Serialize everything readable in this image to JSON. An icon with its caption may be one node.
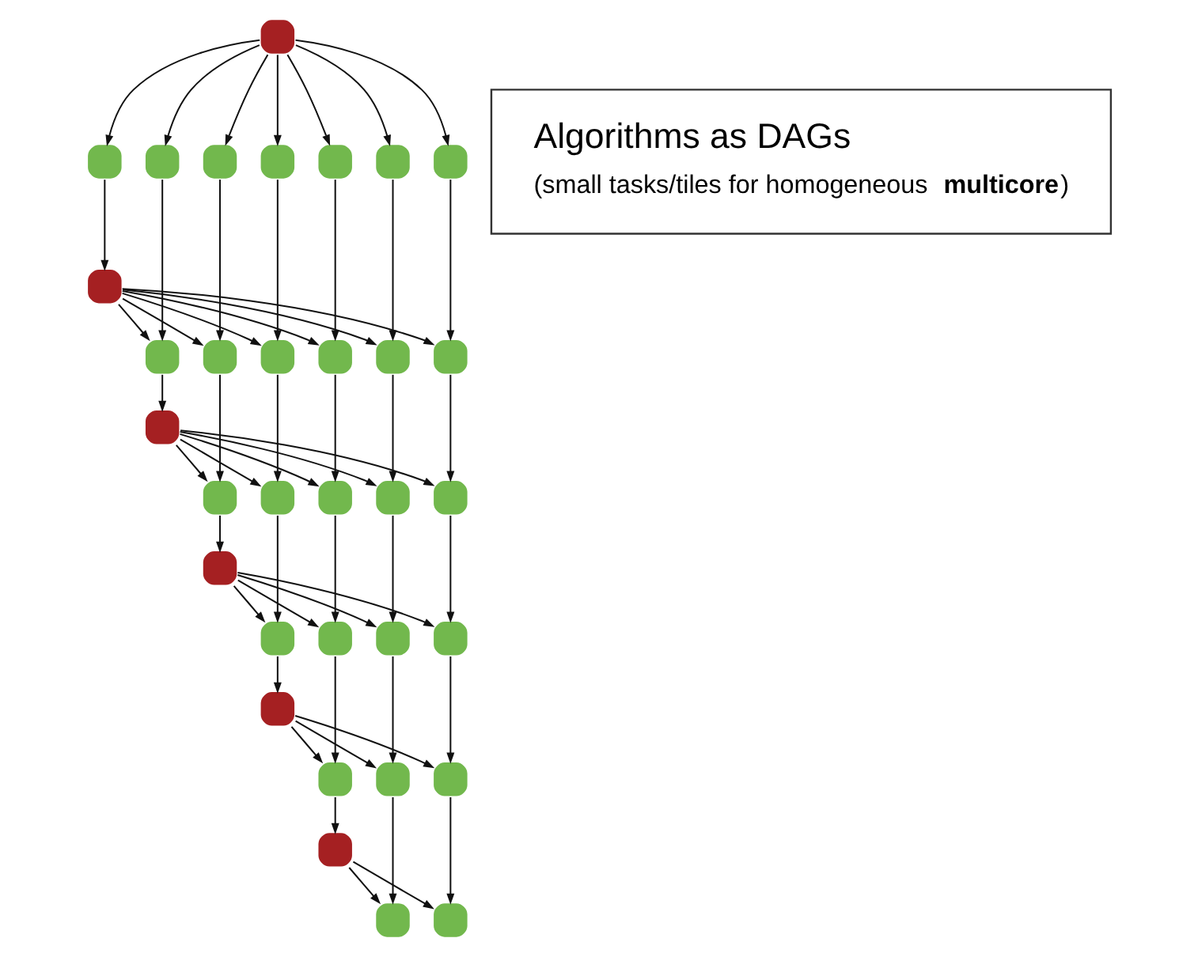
{
  "diagram": {
    "nodes": [
      {
        "text": [
          "Algorithms as DAGs",
          "(small tasks/tiles for homogeneous **multicore**)"
        ]
      },
      {
        "text": [],
        "shape": "box"
      },
      {
        "text": [],
        "shape": "box"
      },
      {
        "text": [],
        "shape": "box"
      },
      {
        "text": [],
        "shape": "box"
      },
      {
        "text": [],
        "shape": "box"
      },
      {
        "text": [],
        "shape": "box"
      },
      {
        "text": [],
        "shape": "box"
      },
      {
        "text": [],
        "shape": "box"
      },
      {
        "text": [],
        "shape": "box"
      },
      {
        "text": [],
        "shape": "box"
      },
      {
        "text": [],
        "shape": "box"
      },
      {
        "text": [],
        "shape": "box"
      },
      {
        "text": [],
        "shape": "box"
      },
      {
        "text": [],
        "shape": "box"
      },
      {
        "text": [],
        "shape": "box"
      },
      {
        "text": [],
        "shape": "box"
      },
      {
        "text": [],
        "shape": "box"
      },
      {
        "text": [],
        "shape": "box"
      },
      {
        "text": [],
        "shape": "box"
      },
      {
        "text": [],
        "shape": "box"
      },
      {
        "text": [],
        "shape": "box"
      },
      {
        "text": [],
        "shape": "box"
      },
      {
        "text": [],
        "shape": "box"
      },
      {
        "text": [],
        "shape": "box"
      },
      {
        "text": [],
        "shape": "box"
      },
      {
        "text": [],
        "shape": "box"
      },
      {
        "text": [],
        "shape": "box"
      },
      {
        "text": [],
        "shape": "box"
      },
      {
        "text": [],
        "shape": "box"
      },
      {
        "text": [],
        "shape": "box"
      },
      {
        "text": [],
        "shape": "box"
      },
      {
        "text": [],
        "shape": "box"
      },
      {
        "text": [],
        "shape": "box"
      }
    ],
    "edges": [
      {
        "from": 1,
        "to": 2,
        "arrow": "to"
      },
      {
        "from": 1,
        "to": 3,
        "arrow": "to"
      },
      {
        "from": 1,
        "to": 4,
        "arrow": "to"
      },
      {
        "from": 1,
        "to": 5,
        "arrow": "to"
      },
      {
        "from": 1,
        "to": 6,
        "arrow": "to"
      },
      {
        "from": 1,
        "to": 7,
        "arrow": "to"
      },
      {
        "from": 1,
        "to": 8,
        "arrow": "to"
      },
      {
        "from": 2,
        "to": 9,
        "arrow": "to"
      },
      {
        "from": 9,
        "to": 10,
        "arrow": "to"
      },
      {
        "from": 9,
        "to": 11,
        "arrow": "to"
      },
      {
        "from": 9,
        "to": 12,
        "arrow": "to"
      },
      {
        "from": 9,
        "to": 13,
        "arrow": "to"
      },
      {
        "from": 9,
        "to": 14,
        "arrow": "to"
      },
      {
        "from": 9,
        "to": 15,
        "arrow": "to"
      },
      {
        "from": 3,
        "to": 10,
        "arrow": "to"
      },
      {
        "from": 4,
        "to": 11,
        "arrow": "to"
      },
      {
        "from": 5,
        "to": 12,
        "arrow": "to"
      },
      {
        "from": 6,
        "to": 13,
        "arrow": "to"
      },
      {
        "from": 7,
        "to": 14,
        "arrow": "to"
      },
      {
        "from": 8,
        "to": 15,
        "arrow": "to"
      },
      {
        "from": 10,
        "to": 16,
        "arrow": "to"
      },
      {
        "from": 16,
        "to": 17,
        "arrow": "to"
      },
      {
        "from": 16,
        "to": 18,
        "arrow": "to"
      },
      {
        "from": 16,
        "to": 19,
        "arrow": "to"
      },
      {
        "from": 16,
        "to": 20,
        "arrow": "to"
      },
      {
        "from": 16,
        "to": 21,
        "arrow": "to"
      },
      {
        "from": 11,
        "to": 17,
        "arrow": "to"
      },
      {
        "from": 12,
        "to": 18,
        "arrow": "to"
      },
      {
        "from": 13,
        "to": 19,
        "arrow": "to"
      },
      {
        "from": 14,
        "to": 20,
        "arrow": "to"
      },
      {
        "from": 15,
        "to": 21,
        "arrow": "to"
      },
      {
        "from": 17,
        "to": 22,
        "arrow": "to"
      },
      {
        "from": 22,
        "to": 23,
        "arrow": "to"
      },
      {
        "from": 22,
        "to": 24,
        "arrow": "to"
      },
      {
        "from": 22,
        "to": 25,
        "arrow": "to"
      },
      {
        "from": 22,
        "to": 26,
        "arrow": "to"
      },
      {
        "from": 18,
        "to": 23,
        "arrow": "to"
      },
      {
        "from": 19,
        "to": 24,
        "arrow": "to"
      },
      {
        "from": 20,
        "to": 25,
        "arrow": "to"
      },
      {
        "from": 21,
        "to": 26,
        "arrow": "to"
      },
      {
        "from": 23,
        "to": 27,
        "arrow": "to"
      },
      {
        "from": 27,
        "to": 28,
        "arrow": "to"
      },
      {
        "from": 27,
        "to": 29,
        "arrow": "to"
      },
      {
        "from": 27,
        "to": 30,
        "arrow": "to"
      },
      {
        "from": 24,
        "to": 28,
        "arrow": "to"
      },
      {
        "from": 25,
        "to": 29,
        "arrow": "to"
      },
      {
        "from": 26,
        "to": 30,
        "arrow": "to"
      },
      {
        "from": 28,
        "to": 31,
        "arrow": "to"
      },
      {
        "from": 31,
        "to": 32,
        "arrow": "to"
      },
      {
        "from": 31,
        "to": 33,
        "arrow": "to"
      },
      {
        "from": 29,
        "to": 32,
        "arrow": "to"
      },
      {
        "from": 30,
        "to": 33,
        "arrow": "to"
      }
    ]
  }
}
